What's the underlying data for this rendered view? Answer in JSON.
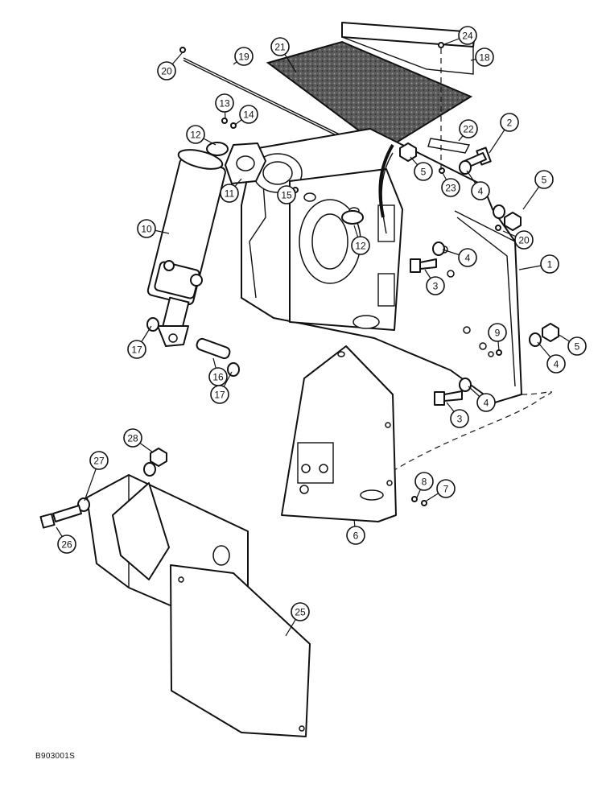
{
  "diagram": {
    "figure_code": "B903001S",
    "callouts": [
      "1",
      "2",
      "3",
      "3",
      "4",
      "4",
      "4",
      "4",
      "5",
      "5",
      "5",
      "6",
      "7",
      "8",
      "9",
      "10",
      "11",
      "12",
      "12",
      "13",
      "14",
      "15",
      "16",
      "17",
      "17",
      "18",
      "19",
      "20",
      "20",
      "21",
      "22",
      "23",
      "24",
      "25",
      "26",
      "27",
      "28"
    ]
  }
}
